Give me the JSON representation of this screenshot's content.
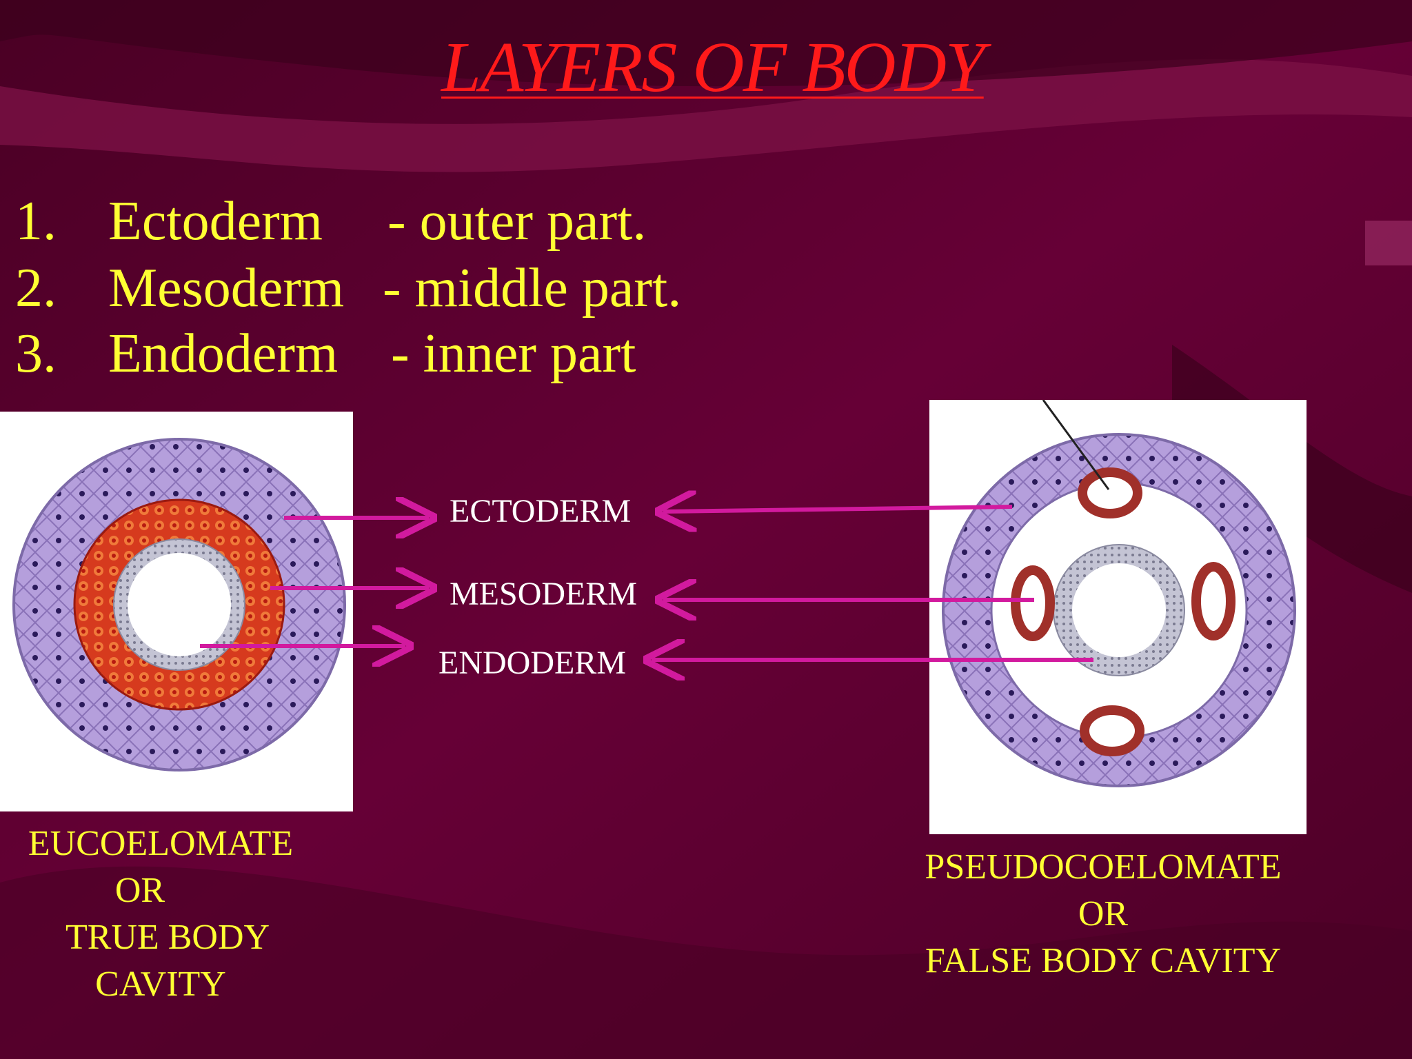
{
  "slide": {
    "title": "LAYERS  OF  BODY",
    "list": [
      {
        "number": "1.",
        "term": "Ectoderm",
        "description": "- outer part."
      },
      {
        "number": "2.",
        "term": "Mesoderm",
        "description": "-  middle part."
      },
      {
        "number": "3.",
        "term": "Endoderm",
        "description": "- inner part"
      }
    ],
    "diagram_labels": {
      "ectoderm": "ECTODERM",
      "mesoderm": "MESODERM",
      "endoderm": "ENDODERM"
    },
    "left_caption": [
      "EUCOELOMATE",
      "OR",
      "TRUE  BODY",
      "CAVITY"
    ],
    "right_caption": [
      "PSEUDOCOELOMATE",
      "OR",
      "FALSE BODY CAVITY"
    ],
    "colors": {
      "background": "#5e0030",
      "title": "#ff1a1a",
      "list_text": "#ffff33",
      "arrow": "#d21a9e",
      "ectoderm_cells": "#a98fd0",
      "mesoderm_cells": "#d8351f",
      "endoderm_cells": "#b8b8c8"
    }
  }
}
